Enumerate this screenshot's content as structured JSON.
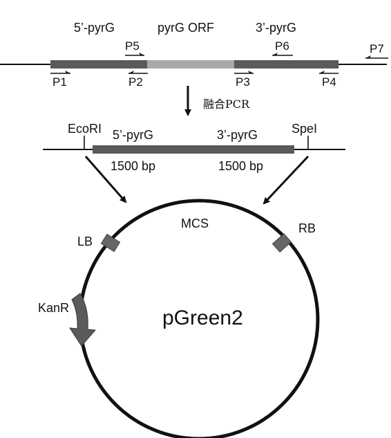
{
  "top_construct": {
    "region_labels": {
      "left": "5’-pyrG",
      "middle": "pyrG ORF",
      "right": "3’-pyrG"
    },
    "primers": {
      "p1": "P1",
      "p2": "P2",
      "p3": "P3",
      "p4": "P4",
      "p5": "P5",
      "p6": "P6",
      "p7": "P7"
    }
  },
  "fusion_step": {
    "label": "融合PCR"
  },
  "fusion_product": {
    "site_left": "EcoRI",
    "site_right": "SpeI",
    "left_label": "5’-pyrG",
    "right_label": "3’-pyrG",
    "left_size": "1500 bp",
    "right_size": "1500 bp"
  },
  "plasmid": {
    "name": "pGreen2",
    "mcs": "MCS",
    "lb": "LB",
    "rb": "RB",
    "kanr": "KanR"
  },
  "colors": {
    "line": "#111111",
    "segment_dark": "#5a5a5a",
    "segment_light": "#a8a8a8",
    "box": "#666666"
  }
}
